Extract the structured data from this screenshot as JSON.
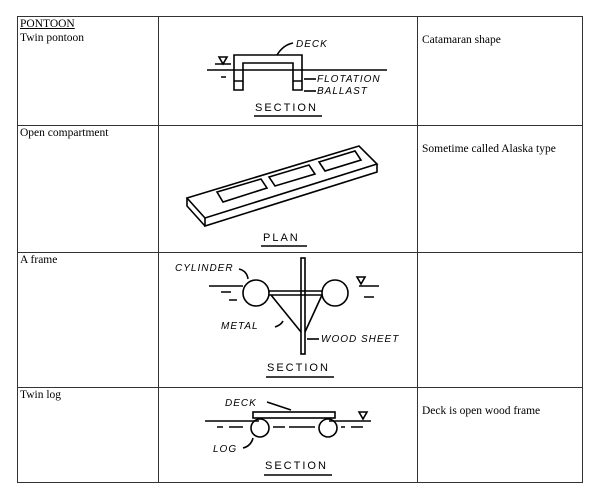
{
  "heading": "PONTOON",
  "rows": [
    {
      "type": "Twin pontoon",
      "note": "Catamaran shape",
      "labels": {
        "deck": "DECK",
        "flotation": "FLOTATION",
        "ballast": "BALLAST",
        "view": "SECTION"
      }
    },
    {
      "type": "Open compartment",
      "note": "Sometime called Alaska type",
      "labels": {
        "view": "PLAN"
      }
    },
    {
      "type": "A frame",
      "note": "",
      "labels": {
        "cylinder": "CYLINDER",
        "metal": "METAL",
        "wood": "WOOD SHEET",
        "view": "SECTION"
      }
    },
    {
      "type": "Twin log",
      "note": "Deck is open wood frame",
      "labels": {
        "deck": "DECK",
        "log": "LOG",
        "view": "SECTION"
      }
    }
  ]
}
